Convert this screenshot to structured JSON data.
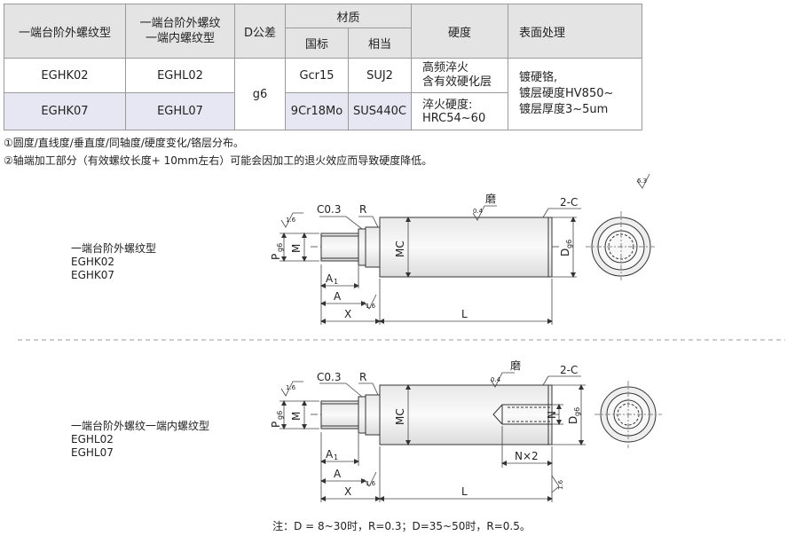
{
  "table": {
    "headers": {
      "col1": "一端台阶外螺纹型",
      "col2a": "一端台阶外螺纹",
      "col2b": "一端内螺纹型",
      "col3": "D公差",
      "material": "材质",
      "mat_std": "国标",
      "mat_eq": "相当",
      "hardness": "硬度",
      "surface": "表面处理"
    },
    "rows": [
      {
        "c1": "EGHK02",
        "c2": "EGHL02",
        "std": "Gcr15",
        "eq": "SUJ2"
      },
      {
        "c1": "EGHK07",
        "c2": "EGHL07",
        "std": "9Cr18Mo",
        "eq": "SUS440C"
      }
    ],
    "tolerance": "g6",
    "hardness1a": "高频淬火",
    "hardness1b": "含有效硬化层",
    "hardness2a": "淬火硬度:",
    "hardness2b": "HRC54~60",
    "surface_a": "镀硬铬,",
    "surface_b": "镀层硬度HV850~",
    "surface_c": "镀层厚度3~5um"
  },
  "notes": {
    "n1": "①圆度/直线度/垂直度/同轴度/硬度变化/铬层分布。",
    "n2": "②轴端加工部分（有效螺纹长度+ 10mm左右）可能会因加工的退火效应而导致硬度降低。"
  },
  "drawing1": {
    "title": "一端台阶外螺纹型",
    "code1": "EGHK02",
    "code2": "EGHK07",
    "c03": "C0.3",
    "r": "R",
    "mo": "磨",
    "twoc": "2-C",
    "r04": "0.4",
    "r16": "1.6",
    "r63": "6.3",
    "pg6": "P",
    "pg6_sub": "g6",
    "m": "M",
    "mc": "MC",
    "dg6": "D",
    "dg6_sub": "g6",
    "a1": "A",
    "a1_sub": "1",
    "a": "A",
    "x": "X",
    "l": "L"
  },
  "drawing2": {
    "title": "一端台阶外螺纹一端内螺纹型",
    "code1": "EGHL02",
    "code2": "EGHL07",
    "c03": "C0.3",
    "r": "R",
    "mo": "磨",
    "twoc": "2-C",
    "r04": "0.4",
    "r16": "1.6",
    "pg6": "P",
    "pg6_sub": "g6",
    "m": "M",
    "mc": "MC",
    "n": "N",
    "dg6": "D",
    "dg6_sub": "g6",
    "a1": "A",
    "a1_sub": "1",
    "a": "A",
    "x": "X",
    "l": "L",
    "nx2": "N×2"
  },
  "footer": "注：D = 8~30时，R=0.3；D=35~50时，R=0.5。"
}
